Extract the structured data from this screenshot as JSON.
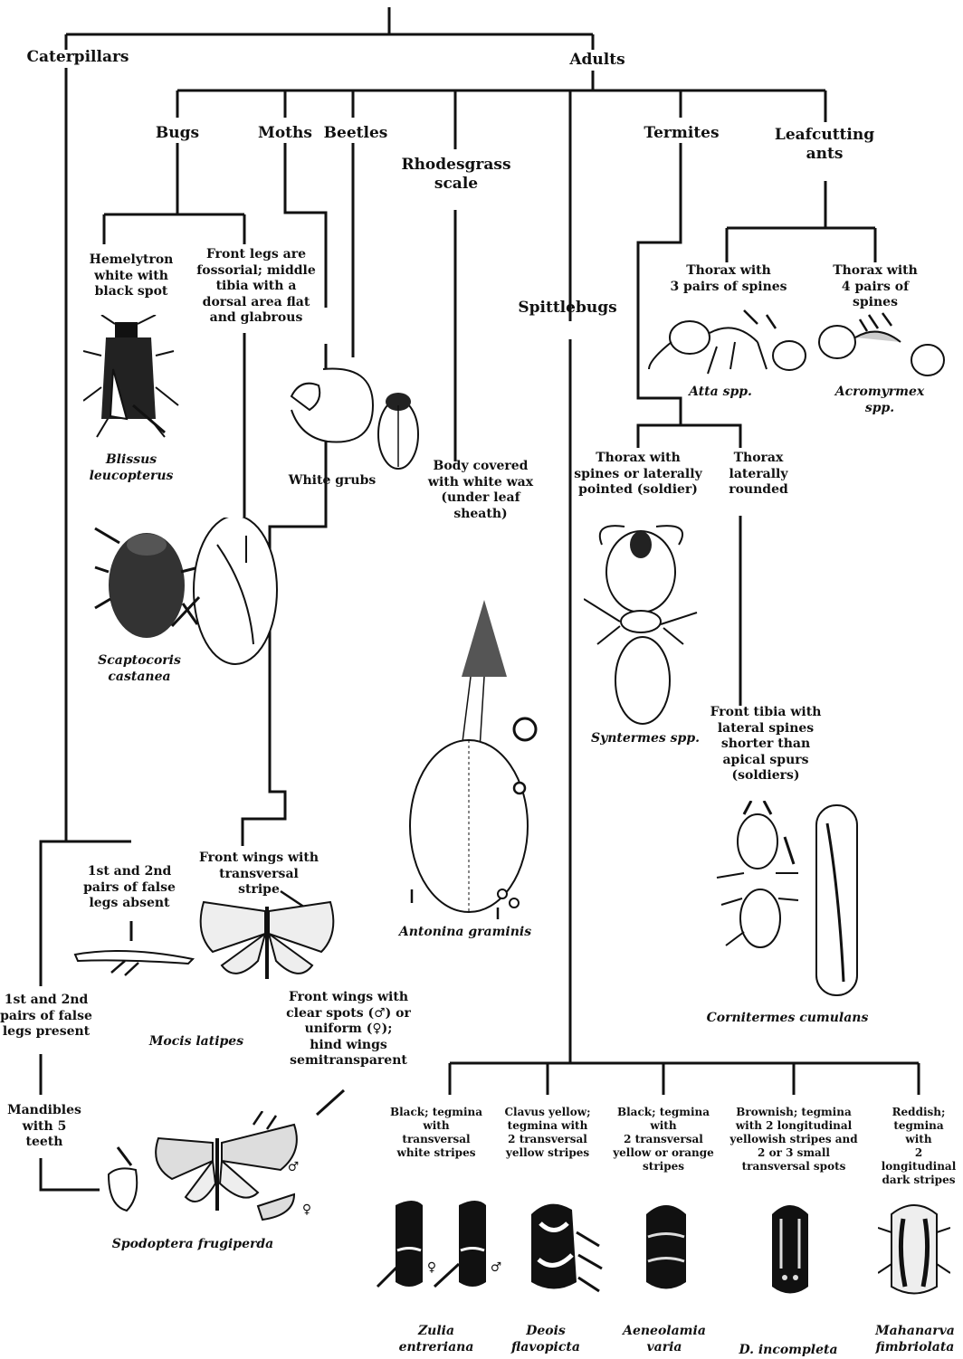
{
  "root": {
    "caterpillars": "Caterpillars",
    "adults": "Adults"
  },
  "adult_groups": {
    "bugs": "Bugs",
    "moths": "Moths",
    "beetles": "Beetles",
    "rhodesgrass": "Rhodesgrass\nscale",
    "spittlebugs": "Spittlebugs",
    "termites": "Termites",
    "leafcutting": "Leafcutting\nants"
  },
  "bugs": {
    "hemelytron": "Hemelytron\nwhite with\nblack spot",
    "blissus": "Blissus\nleucopterus",
    "front_legs": "Front legs are\nfossorial; middle\ntibia with a\ndorsal area flat\nand glabrous",
    "scaptocoris": "Scaptocoris\ncastanea"
  },
  "beetles": {
    "white_grubs": "White grubs"
  },
  "scale": {
    "body_wax": "Body covered\nwith white wax\n(under leaf\nsheath)",
    "antonina": "Antonina graminis"
  },
  "ants": {
    "thorax3": "Thorax with\n3 pairs of spines",
    "thorax4": "Thorax with\n4 pairs of spines",
    "atta": "Atta spp.",
    "acromyrmex": "Acromyrmex spp."
  },
  "termites": {
    "spines": "Thorax with\nspines or laterally\npointed (soldier)",
    "rounded": "Thorax\nlaterally\nrounded",
    "syntermes": "Syntermes spp.",
    "front_tibia": "Front tibia with\nlateral spines\nshorter than\napical spurs\n(soldiers)",
    "cornitermes": "Cornitermes cumulans"
  },
  "caterpillars": {
    "legs_absent": "1st and 2nd\npairs of false\nlegs absent",
    "front_wings_stripe": "Front wings with\ntransversal\nstripe",
    "mocis": "Mocis latipes",
    "legs_present": "1st and 2nd\npairs of false\nlegs present",
    "front_wings_spots": "Front wings with\nclear spots (♂) or\nuniform (♀);\nhind wings\nsemitransparent",
    "mandibles": "Mandibles\nwith 5\nteeth",
    "spodoptera": "Spodoptera frugiperda",
    "male": "♂",
    "female": "♀"
  },
  "spittlebugs": {
    "items": [
      {
        "desc": "Black; tegmina\nwith\ntransversal\nwhite stripes",
        "name": "Zulia\nentreriana"
      },
      {
        "desc": "Clavus yellow;\ntegmina with\n2 transversal\nyellow stripes",
        "name": "Deois\nflavopicta"
      },
      {
        "desc": "Black; tegmina\nwith\n2 transversal\nyellow or orange\nstripes",
        "name": "Aeneolamia\nvaria"
      },
      {
        "desc": "Brownish; tegmina\nwith 2 longitudinal\nyellowish stripes and\n2 or 3 small\ntransversal spots",
        "name": "D. incompleta"
      },
      {
        "desc": "Reddish;\ntegmina with\n2 longitudinal\ndark stripes",
        "name": "Mahanarva\nfimbriolata"
      }
    ],
    "zulia_female": "♀",
    "zulia_male": "♂"
  }
}
